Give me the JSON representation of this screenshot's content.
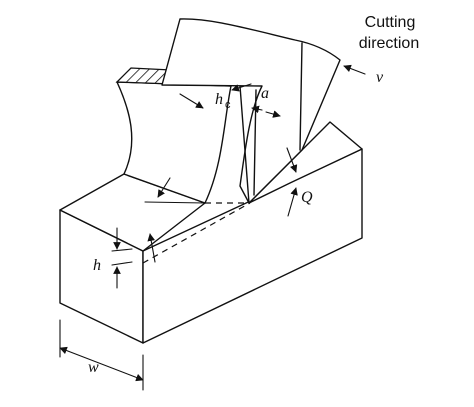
{
  "diagram": {
    "labels": {
      "cutting_direction_line1": "Cutting",
      "cutting_direction_line2": "direction",
      "velocity": "v",
      "chip_thickness": "h",
      "chip_thickness_subscript": "c",
      "angle": "a",
      "force": "Q",
      "depth_of_cut": "h",
      "width": "w"
    }
  }
}
